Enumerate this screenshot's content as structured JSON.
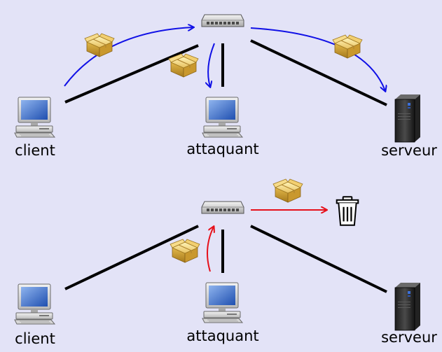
{
  "scenario_normal": {
    "nodes": {
      "client": "client",
      "attacker": "attaquant",
      "server": "serveur",
      "switch": ""
    },
    "flow_color": "#1010e6"
  },
  "scenario_attack": {
    "nodes": {
      "client": "client",
      "attacker": "attaquant",
      "server": "serveur",
      "switch": ""
    },
    "flow_color": "#e6101a"
  },
  "icons": [
    "switch-icon",
    "computer-icon",
    "server-icon",
    "packet-icon",
    "trash-icon"
  ],
  "colors": {
    "background": "#e3e3f7",
    "link": "#000000",
    "normal_flow": "#1010e6",
    "attack_flow": "#e6101a"
  }
}
